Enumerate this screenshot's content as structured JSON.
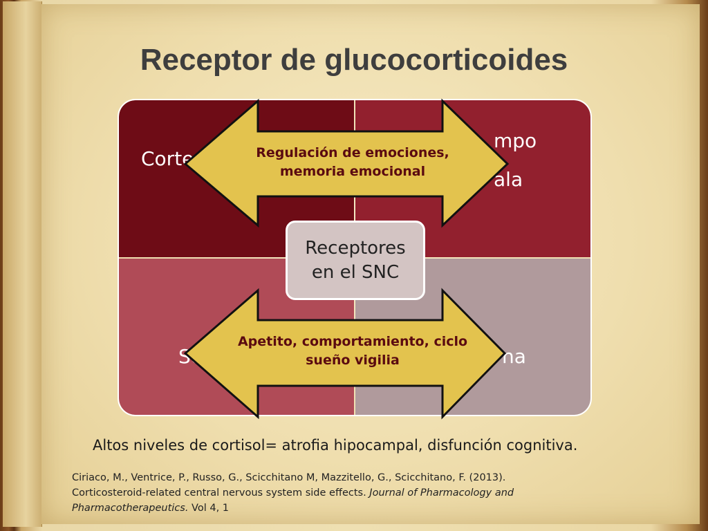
{
  "title": "Receptor de glucocorticoides",
  "quadrants": {
    "top_left": "Corte",
    "top_right_line1": "mpo",
    "top_right_line2": "ala",
    "bottom_left": "Se",
    "bottom_right": "na"
  },
  "center": {
    "line1": "Receptores",
    "line2": "en el SNC"
  },
  "arrows": {
    "top_line1": "Regulación de emociones,",
    "top_line2": "memoria emocional",
    "bottom_line1": "Apetito, comportamiento, ciclo",
    "bottom_line2": "sueño vigilia"
  },
  "footer": {
    "statement": "Altos niveles de cortisol= atrofia hipocampal, disfunción cognitiva.",
    "citation_line1": "Ciriaco, M., Ventrice, P., Russo, G., Scicchitano M, Mazzitello, G., Scicchitano, F. (2013).",
    "citation_line2_plain": "Corticosteroid-related central nervous system side effects. ",
    "citation_line2_italic": "Journal of Pharmacology and",
    "citation_line3_italic": "Pharmacotherapeutics.",
    "citation_line3_plain": " Vol 4, 1"
  },
  "colors": {
    "quad_top_left": "#6e0c16",
    "quad_top_right": "#92202e",
    "quad_bottom_left": "#b04b57",
    "quad_bottom_right": "#b09a9c",
    "arrow_fill": "#e3c34e",
    "arrow_text": "#5a0a10"
  }
}
